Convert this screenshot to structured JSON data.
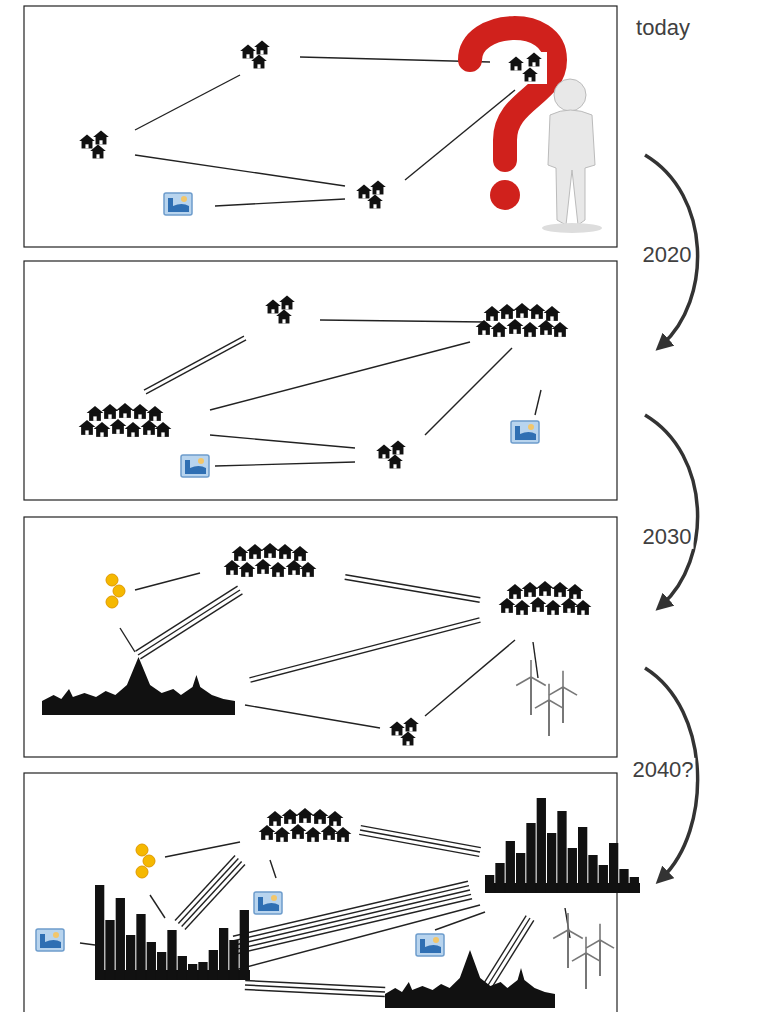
{
  "diagram": {
    "labels": [
      "today",
      "2020",
      "2030",
      "2040?"
    ]
  }
}
